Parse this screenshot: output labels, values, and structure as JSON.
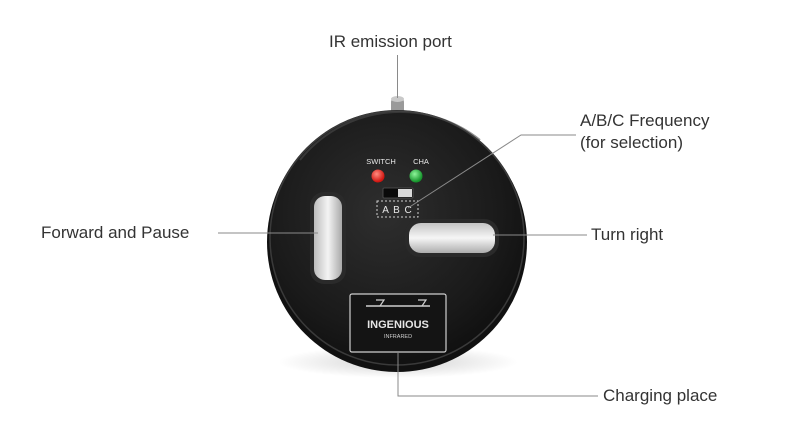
{
  "callouts": {
    "ir_port": "IR emission port",
    "frequency_line1": "A/B/C Frequency",
    "frequency_line2": "(for selection)",
    "forward_pause": "Forward and Pause",
    "turn_right": "Turn right",
    "charging": "Charging place"
  },
  "device": {
    "switch_label": "SWITCH",
    "cha_label": "CHA",
    "abc_label": "A B C",
    "brand": "INGENIOUS",
    "brand_sub": "INFRARED"
  },
  "colors": {
    "body": "#1b1b1b",
    "led_red": "#e0201a",
    "led_green": "#22b03a",
    "leader_line": "#8a8a8a",
    "label_text": "#333333"
  },
  "icons": {
    "ir_port": "antenna-icon",
    "leds": "led-indicator-icon"
  }
}
